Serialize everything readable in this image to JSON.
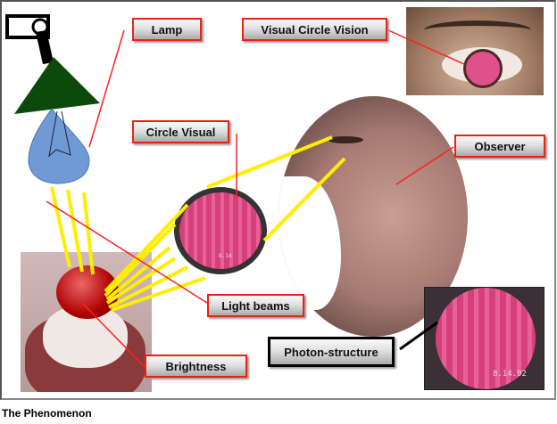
{
  "labels": {
    "lamp": "Lamp",
    "visual_circle_vision": "Visual Circle Vision",
    "circle_visual": "Circle Visual",
    "observer": "Observer",
    "light_beams": "Light beams",
    "brightness": "Brightness",
    "photon_structure": "Photon-structure"
  },
  "photo_timestamp": "8.14.92",
  "caption": "The Phenomenon",
  "colors": {
    "label_border": "#ee2211",
    "beam": "#ffee00",
    "pointer": "#ff0000",
    "lamp_shade": "#0b4a0b",
    "bulb": "#6f9ad6",
    "visual_pink": "#e0508a"
  }
}
